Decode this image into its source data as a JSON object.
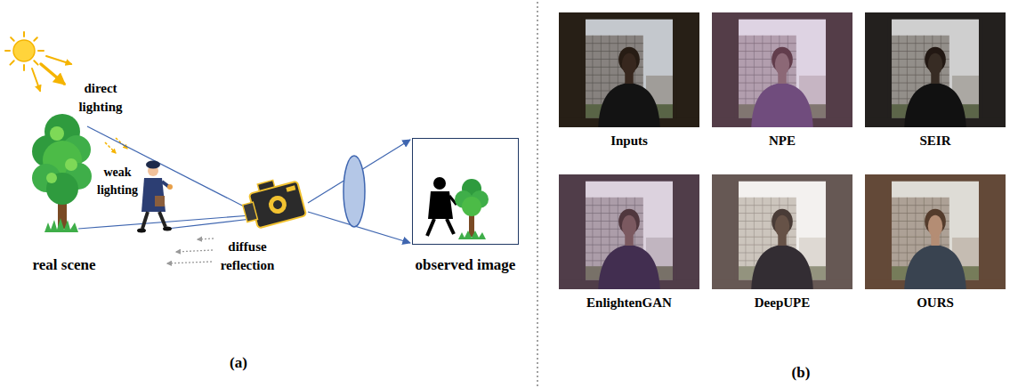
{
  "diagram": {
    "nodes": [
      {
        "text": [
          "observed image"
        ]
      },
      {
        "text": [
          "Inputs"
        ]
      },
      {
        "text": [
          "NPE"
        ]
      },
      {
        "text": [
          "SEIR"
        ]
      },
      {
        "text": [
          "EnlightenGAN"
        ]
      },
      {
        "text": [
          "DeepUPE"
        ]
      },
      {
        "text": [
          "OURS"
        ]
      }
    ],
    "labels": [
      "direct lighting",
      "weak lighting",
      "diffuse reflection",
      "real scene",
      "(a)",
      "(b)"
    ]
  }
}
